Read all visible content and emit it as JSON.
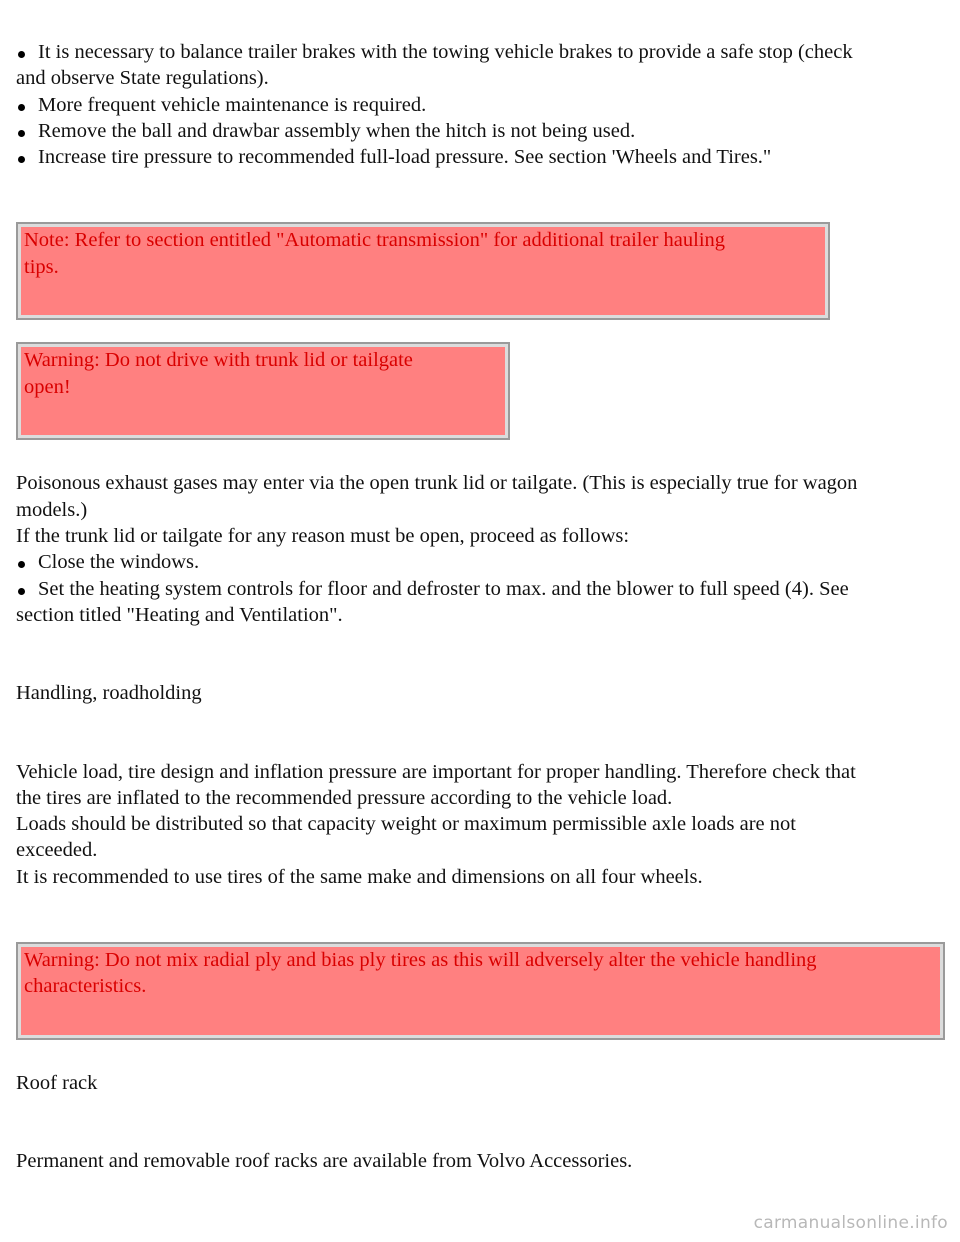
{
  "bullets_top": [
    {
      "text": "It is necessary to balance trailer brakes with the towing vehicle brakes to provide a safe stop (check",
      "cont": "and observe State regulations)."
    },
    {
      "text": "More frequent vehicle maintenance is required.",
      "cont": ""
    },
    {
      "text": "Remove the ball and drawbar assembly when the hitch is not being used.",
      "cont": ""
    },
    {
      "text": "Increase tire pressure to recommended full-load pressure. See section 'Wheels and Tires.\"",
      "cont": ""
    }
  ],
  "note_box": {
    "line1": "Note: Refer to section entitled \"Automatic transmission\" for additional trailer hauling",
    "line2": "tips."
  },
  "warning_box_1": {
    "line1": "Warning: Do not drive with trunk lid or tailgate",
    "line2": "open!"
  },
  "exhaust_paragraph": {
    "line1": "Poisonous exhaust gases may enter via the open trunk lid or tailgate. (This is especially true for wagon",
    "line2": "models.)",
    "line3": "If the trunk lid or tailgate for any reason must be open, proceed as follows:"
  },
  "bullets_exhaust": [
    {
      "text": "Close the windows.",
      "cont": ""
    },
    {
      "text": "Set the heating system controls for floor and defroster to max. and the blower to full speed (4). See",
      "cont": "section titled \"Heating and Ventilation\"."
    }
  ],
  "handling": {
    "heading": "Handling, roadholding",
    "line1": "Vehicle load, tire design and inflation pressure are important for proper handling. Therefore check that",
    "line2": "the tires are inflated to the recommended pressure according to the vehicle load.",
    "line3": "Loads should be distributed so that capacity weight or maximum permissible axle loads are not",
    "line4": "exceeded.",
    "line5": "It is recommended to use tires of the same make and dimensions on all four wheels."
  },
  "warning_box_2": {
    "line1": "Warning: Do not mix radial ply and bias ply tires as this will adversely alter the vehicle handling",
    "line2": "characteristics."
  },
  "roof_rack": {
    "heading": "Roof rack",
    "line1": "Permanent and removable roof racks are available from Volvo Accessories."
  },
  "footer": "carmanualsonline.info"
}
